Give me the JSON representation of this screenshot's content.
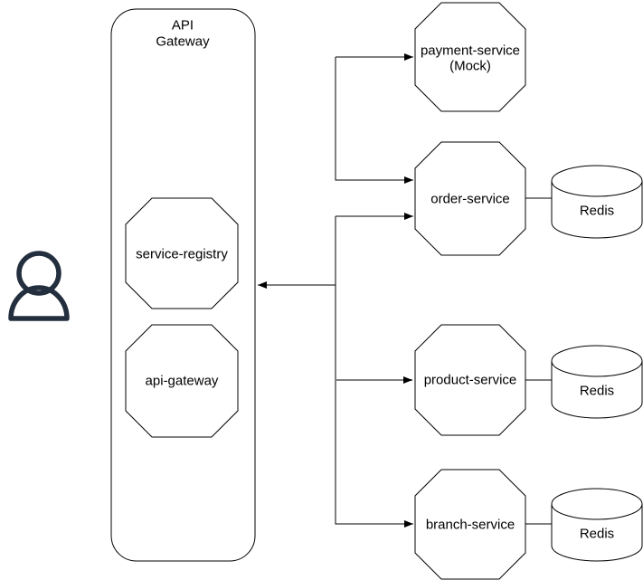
{
  "diagram": {
    "background_color": "#ffffff",
    "line_color": "#000000",
    "secondary_line_color": "#808080",
    "actor_color": "#232F3E",
    "gateway_group": {
      "title_line1": "API",
      "title_line2": "Gateway"
    },
    "nodes": {
      "service_registry": {
        "label": "service-registry"
      },
      "api_gateway": {
        "label": "api-gateway"
      },
      "payment_service": {
        "label_line1": "payment-service",
        "label_line2": "(Mock)"
      },
      "order_service": {
        "label": "order-service"
      },
      "product_service": {
        "label": "product-service"
      },
      "branch_service": {
        "label": "branch-service"
      }
    },
    "datastores": {
      "order_redis": {
        "label": "Redis"
      },
      "product_redis": {
        "label": "Redis"
      },
      "branch_redis": {
        "label": "Redis"
      }
    }
  }
}
